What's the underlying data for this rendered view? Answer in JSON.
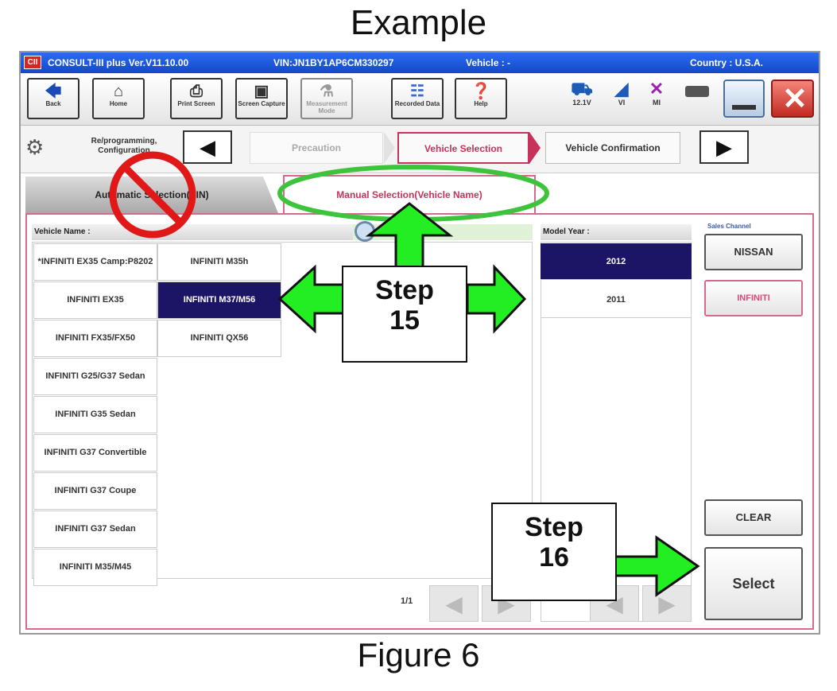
{
  "captions": {
    "top": "Example",
    "bottom": "Figure 6"
  },
  "window": {
    "logo": "CII",
    "app_title": "CONSULT-III plus  Ver.V11.10.00",
    "vin": "VIN:JN1BY1AP6CM330297",
    "vehicle": "Vehicle : -",
    "country": "Country : U.S.A."
  },
  "toolbar": {
    "back": "Back",
    "home": "Home",
    "print": "Print Screen",
    "capture": "Screen Capture",
    "measurement": "Measurement Mode",
    "recorded": "Recorded Data",
    "help": "Help",
    "battery": "12.1V",
    "vi": "VI",
    "mi": "MI"
  },
  "nav": {
    "mode": "Re/programming, Configuration",
    "steps": [
      "Precaution",
      "Vehicle Selection",
      "Vehicle Confirmation"
    ]
  },
  "tabs": {
    "auto": "Automatic Selection(VIN)",
    "manual": "Manual Selection(Vehicle Name)"
  },
  "vehicle_list": {
    "header": "Vehicle Name :",
    "col1": [
      "*INFINITI EX35 Camp:P8202",
      "INFINITI EX35",
      "INFINITI FX35/FX50",
      "INFINITI G25/G37 Sedan",
      "INFINITI G35 Sedan",
      "INFINITI G37 Convertible",
      "INFINITI G37 Coupe",
      "INFINITI G37 Sedan",
      "INFINITI M35/M45"
    ],
    "col2": [
      "INFINITI M35h",
      "INFINITI M37/M56",
      "INFINITI QX56"
    ],
    "selected": "INFINITI M37/M56",
    "page": "1/1"
  },
  "model_year": {
    "header": "Model Year :",
    "years": [
      "2012",
      "2011"
    ],
    "selected": "2012"
  },
  "sales_channel": {
    "header": "Sales Channel",
    "options": [
      "NISSAN",
      "INFINITI"
    ],
    "active": "INFINITI"
  },
  "actions": {
    "clear": "CLEAR",
    "select": "Select"
  },
  "annotations": {
    "step15": [
      "Step",
      "15"
    ],
    "step16": [
      "Step",
      "16"
    ]
  },
  "colors": {
    "title_bar": "#1a55e0",
    "selected_row": "#1c1566",
    "accent_pink": "#d64a7a",
    "arrow_green": "#22ee22",
    "highlight_oval": "#3cc43c",
    "prohibit_red": "#e01818"
  }
}
